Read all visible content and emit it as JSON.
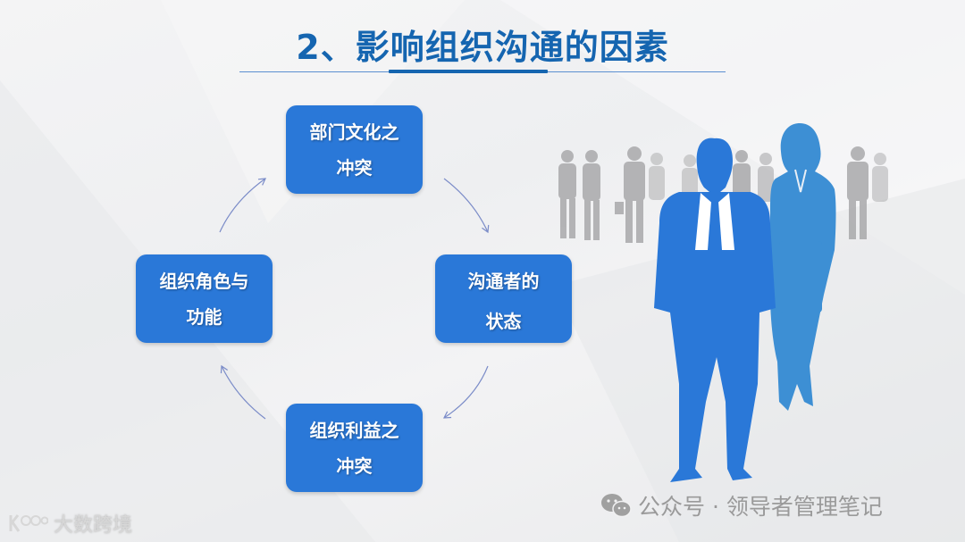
{
  "slide": {
    "title": "2、影响组织沟通的因素",
    "accent_color": "#1565b0",
    "node_color": "#2a78d8"
  },
  "cycle": {
    "direction": "clockwise",
    "nodes": [
      {
        "position": "top",
        "line1": "部门文化之",
        "line2": "冲突"
      },
      {
        "position": "right",
        "line1": "沟通者的",
        "line2": "状态"
      },
      {
        "position": "bottom",
        "line1": "组织利益之",
        "line2": "冲突"
      },
      {
        "position": "left",
        "line1": "组织角色与",
        "line2": "功能"
      }
    ]
  },
  "illustration": {
    "icon": "business-people-silhouettes-icon"
  },
  "watermarks": {
    "right": {
      "icon": "wechat-icon",
      "text": "公众号 · 领导者管理笔记"
    },
    "left": {
      "icon": "k100-logo-icon",
      "text": "大数跨境"
    }
  }
}
